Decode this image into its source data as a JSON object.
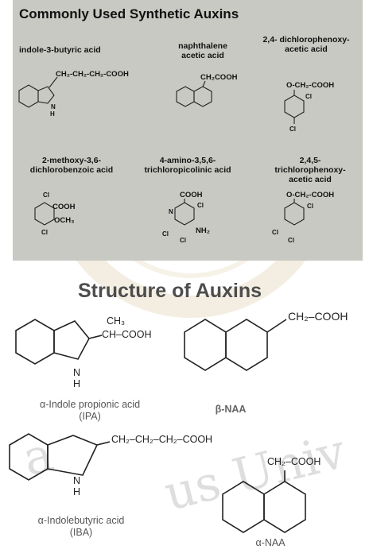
{
  "panel": {
    "title": "Commonly Used Synthetic Auxins",
    "compounds": [
      {
        "name": "indole-3-butyric acid",
        "chain": "CH₂-CH₂-CH₂-COOH",
        "atoms": [
          "N",
          "H"
        ]
      },
      {
        "name": "naphthalene acetic acid",
        "chain": "CH₂COOH"
      },
      {
        "name": "2,4- dichlorophenoxy- acetic acid",
        "chain": "O-CH₂-COOH",
        "atoms": [
          "Cl",
          "Cl"
        ]
      },
      {
        "name": "2-methoxy-3,6- dichlorobenzoic acid",
        "chain": "COOH",
        "atoms": [
          "Cl",
          "OCH₃",
          "Cl"
        ]
      },
      {
        "name": "4-amino-3,5,6- trichloropicolinic acid",
        "chain": "COOH",
        "atoms": [
          "N",
          "Cl",
          "NH₂",
          "Cl",
          "Cl"
        ]
      },
      {
        "name": "2,4,5- trichlorophenoxy- acetic acid",
        "chain": "O-CH₂-COOH",
        "atoms": [
          "Cl",
          "Cl",
          "Cl"
        ]
      }
    ]
  },
  "section_title": "Structure of Auxins",
  "structures": [
    {
      "caption": [
        "α-Indole propionic acid",
        "(IPA)"
      ],
      "groups": [
        "CH₃",
        "CH–COOH",
        "N",
        "H"
      ]
    },
    {
      "caption": [
        "β-NAA"
      ],
      "groups": [
        "CH₂–COOH"
      ]
    },
    {
      "caption": [
        "α-Indolebutyric acid",
        "(IBA)"
      ],
      "groups": [
        "CH₂–CH₂–CH₂–COOH",
        "N",
        "H"
      ]
    },
    {
      "caption": [
        "α-NAA"
      ],
      "groups": [
        "CH₂–COOH"
      ]
    }
  ],
  "watermark": "Damascus University",
  "colors": {
    "panel": "#c9c9c3",
    "title": "#4d4d4d"
  }
}
